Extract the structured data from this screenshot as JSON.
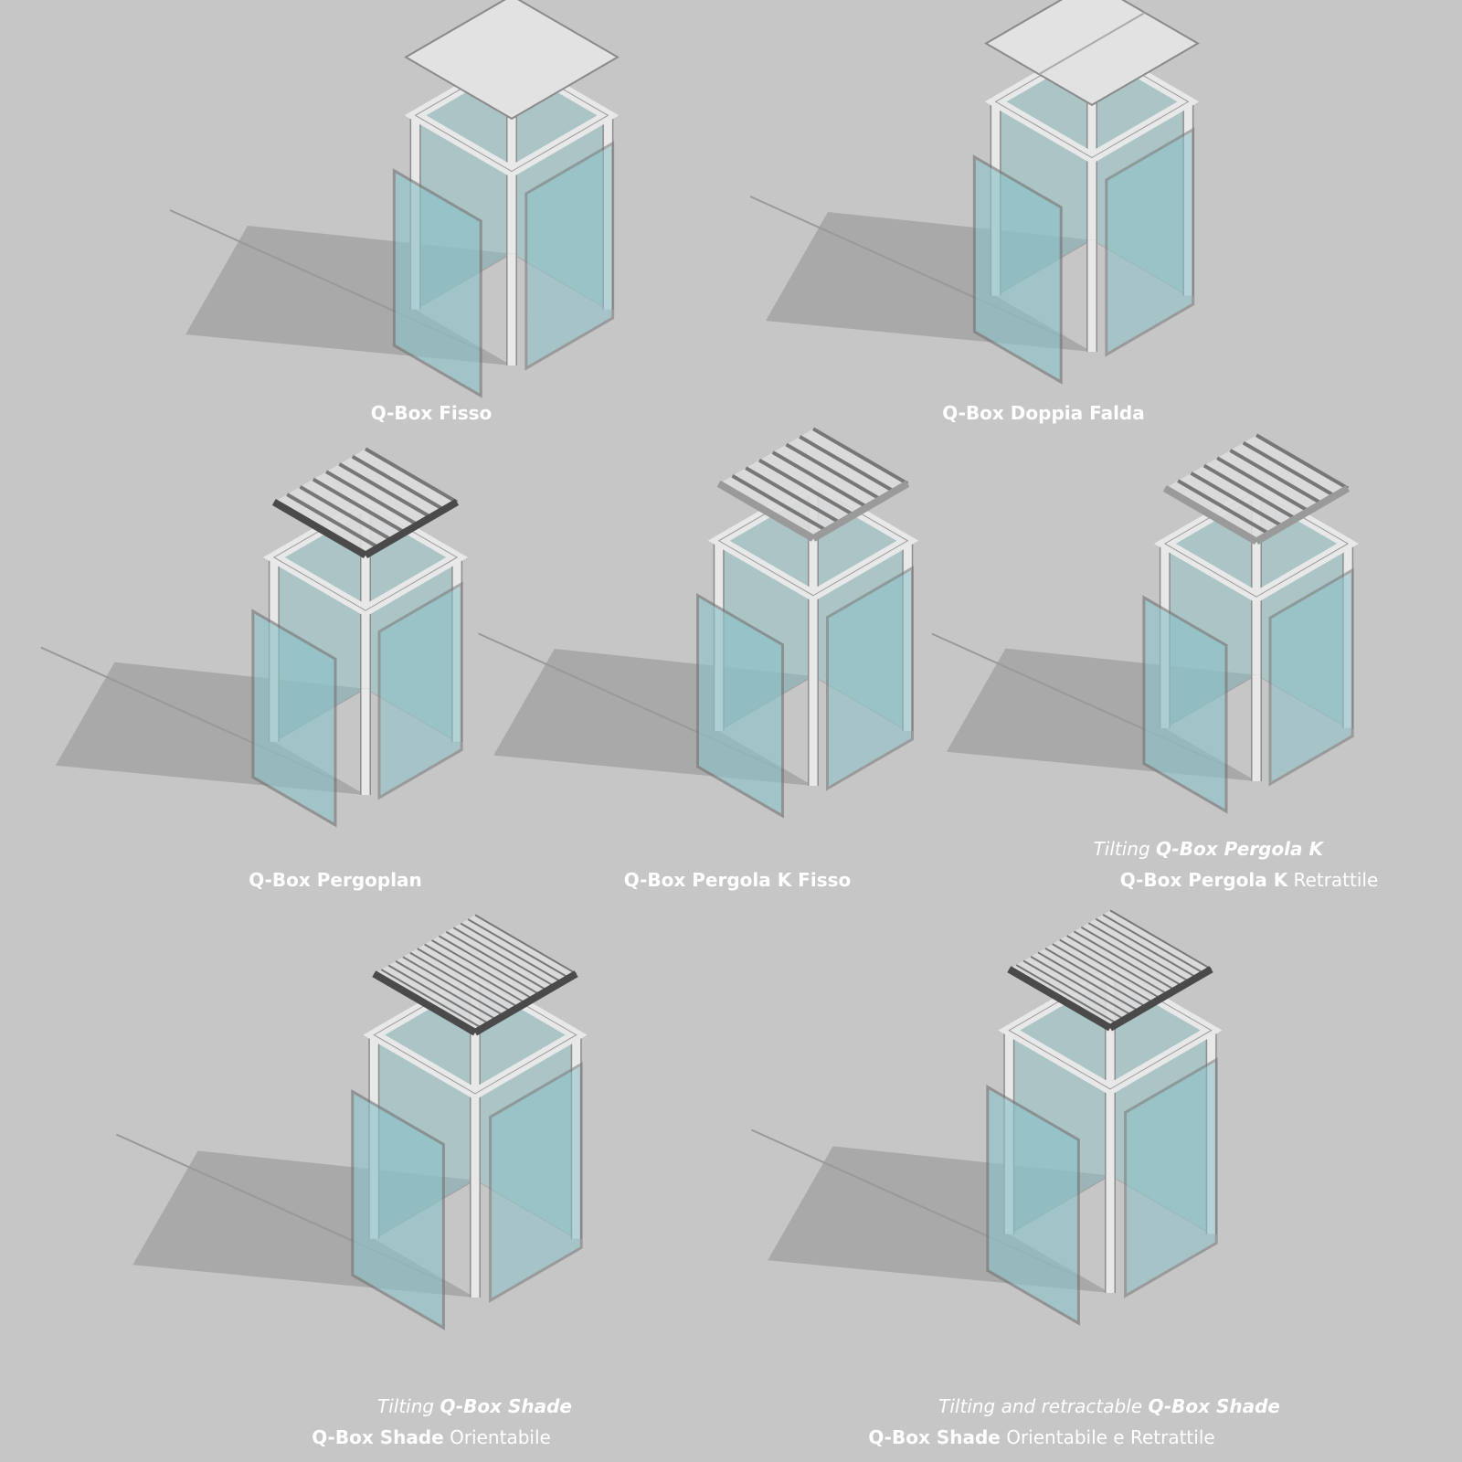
{
  "colors": {
    "background": "#c6c6c6",
    "glass": "#8cc3c8",
    "frame": "#e8e8e8",
    "shadow": "#a9a9a9",
    "louver": "#4a4a4a"
  },
  "products": [
    {
      "name": "Q-Box Fisso",
      "roof": "flat"
    },
    {
      "name": "Q-Box Doppia Falda",
      "roof": "double"
    },
    {
      "name": "Q-Box Pergoplan",
      "roof": "pergoplan"
    },
    {
      "name": "Q-Box Pergola K Fisso",
      "roof": "pergolak"
    },
    {
      "name": "Q-Box Pergola K",
      "suffix": "Retrattile",
      "tagline_prefix": "Tilting",
      "tagline_bold": "Q-Box Pergola K",
      "roof": "pergolak"
    },
    {
      "name": "Q-Box Shade",
      "suffix": "Orientabile",
      "tagline_prefix": "Tilting",
      "tagline_bold": "Q-Box Shade",
      "roof": "shade"
    },
    {
      "name": "Q-Box Shade",
      "suffix": "Orientabile e Retrattile",
      "tagline_prefix": "Tilting and retractable",
      "tagline_bold": "Q-Box Shade",
      "roof": "shade"
    }
  ]
}
